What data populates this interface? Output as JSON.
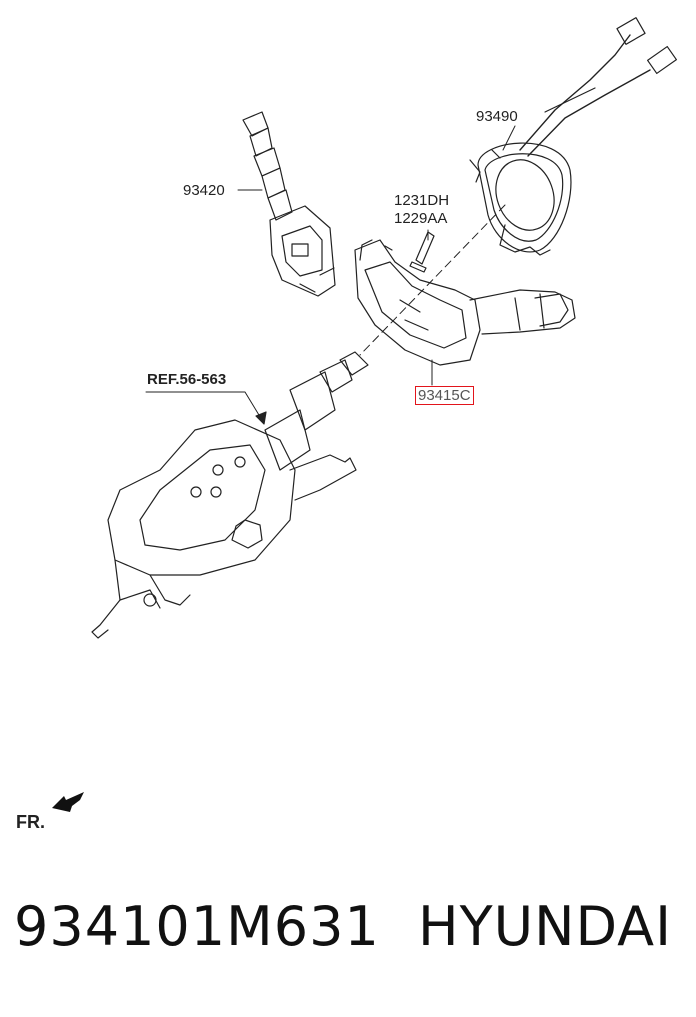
{
  "labels": {
    "part_93490": "93490",
    "part_93420": "93420",
    "part_1231dh": "1231DH",
    "part_1229aa": "1229AA",
    "ref": "REF.56-563",
    "part_93415c": "93415C",
    "front": "FR."
  },
  "footer": {
    "part_number": "934101M631",
    "brand": "HYUNDAI"
  },
  "colors": {
    "highlight_border": "#e2141b",
    "line": "#222222"
  }
}
